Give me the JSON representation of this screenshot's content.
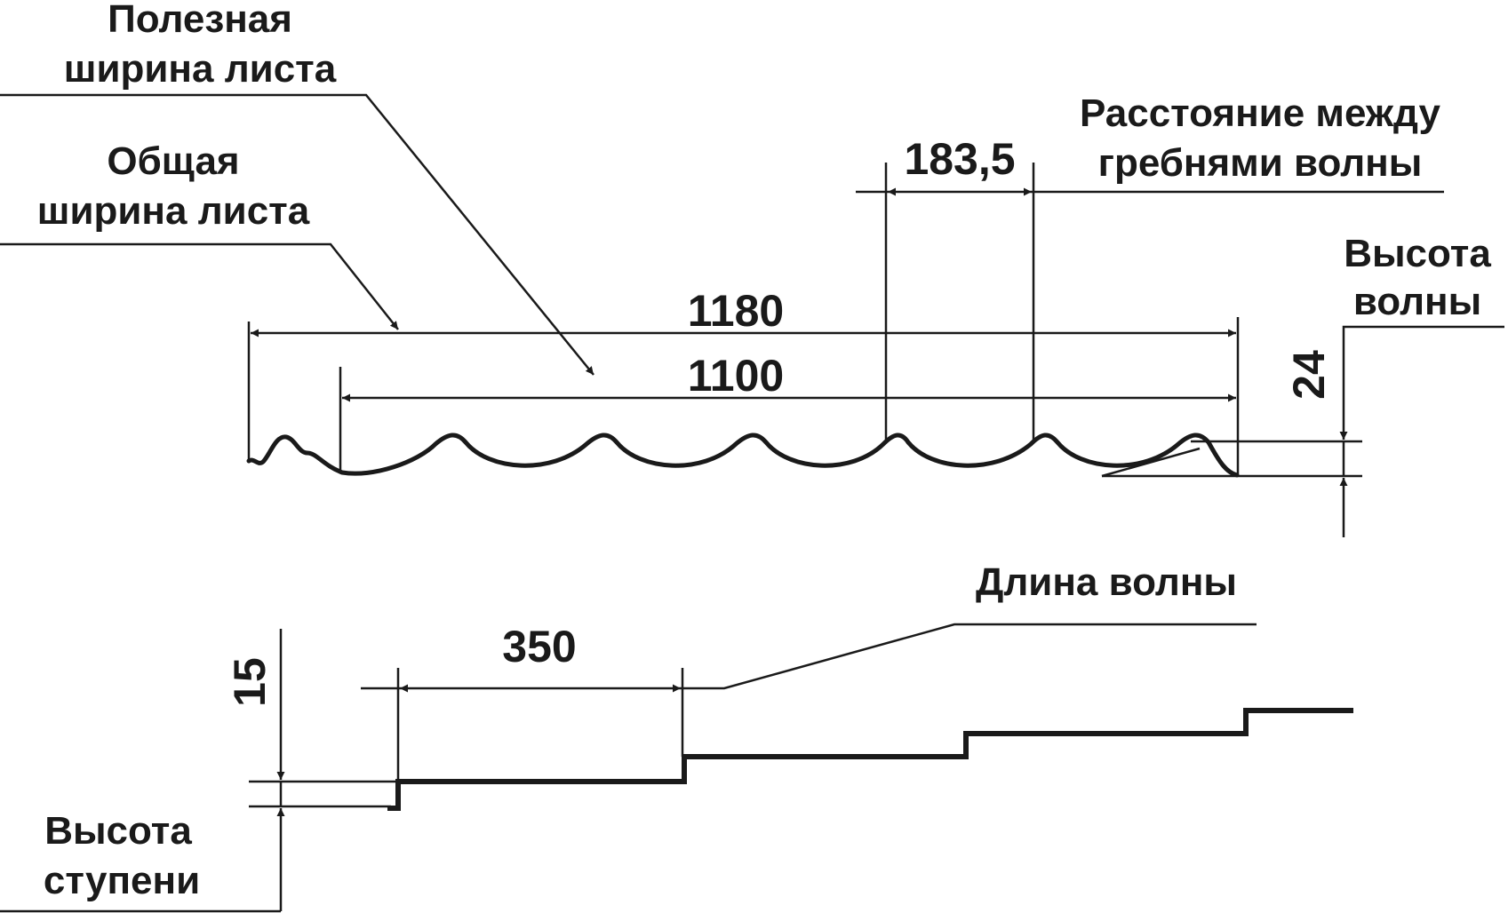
{
  "labels": {
    "useful_width_line1": "Полезная",
    "useful_width_line2": "ширина листа",
    "total_width_line1": "Общая",
    "total_width_line2": "ширина листа",
    "crest_distance_line1": "Расстояние между",
    "crest_distance_line2": "гребнями волны",
    "wave_height_line1": "Высота",
    "wave_height_line2": "волны",
    "wave_length": "Длина волны",
    "step_height_line1": "Высота",
    "step_height_line2": "ступени"
  },
  "dimensions": {
    "total_width": "1180",
    "useful_width": "1100",
    "crest_spacing": "183,5",
    "wave_height": "24",
    "wave_length": "350",
    "step_height": "15"
  },
  "colors": {
    "ink": "#1a1a1a",
    "background": "#ffffff"
  }
}
